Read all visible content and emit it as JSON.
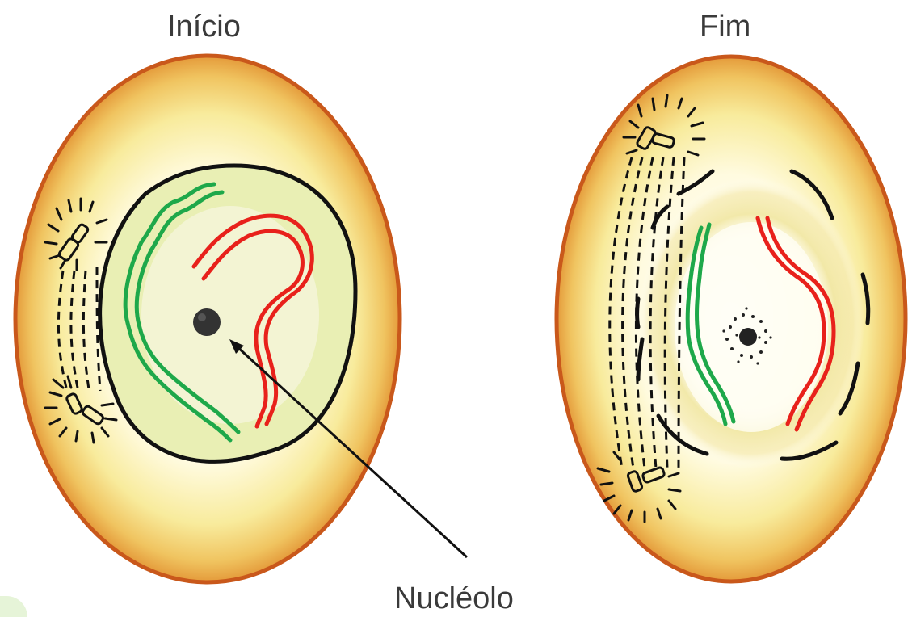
{
  "titles": {
    "start": "Início",
    "end": "Fim"
  },
  "labels": {
    "nucleolus": "Nucléolo"
  },
  "colors": {
    "cell_membrane": "#c9581b",
    "cytoplasm_outer": "#f0b040",
    "cytoplasm_inner": "#fffde2",
    "nucleus_fill": "#e9efb4",
    "chromosome_green": "#1ea84a",
    "chromosome_red": "#e8211b",
    "outline": "#111111"
  }
}
